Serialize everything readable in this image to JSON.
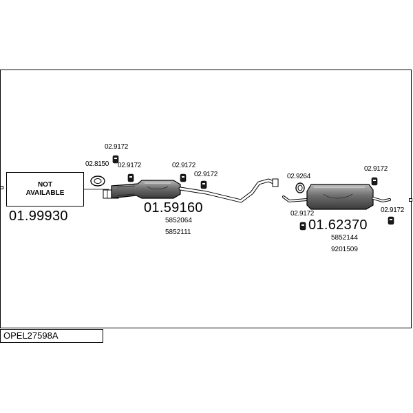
{
  "diagram_code": "OPEL27598A",
  "front_section": {
    "status_text": "NOT\nAVAILABLE",
    "part_number": "01.99930"
  },
  "middle_section": {
    "part_number": "01.59160",
    "oem_numbers": [
      "5852064",
      "5852111"
    ]
  },
  "rear_section": {
    "part_number": "01.62370",
    "oem_numbers": [
      "5852144",
      "9201509"
    ]
  },
  "fittings": {
    "gasket_front": "02.8150",
    "hanger_front_top": "02.9172",
    "hanger_front_mid": "02.9172",
    "hanger_middle_left": "02.9172",
    "hanger_middle_right": "02.9172",
    "clamp_rear": "02.9264",
    "hanger_rear_top": "02.9172",
    "hanger_rear_left": "02.9172",
    "hanger_rear_right": "02.9172"
  },
  "colors": {
    "line": "#000000",
    "part_fill": "#8c8c8c",
    "part_dark": "#4a4a4a"
  }
}
